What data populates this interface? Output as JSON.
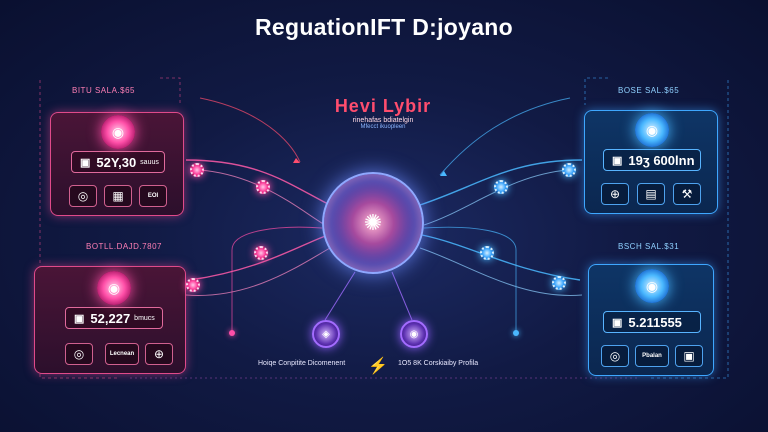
{
  "title": "ReguationIFT D:joyano",
  "brand": {
    "name": "Hevi Lybir",
    "subtitle": "rinehafas bdiatelgin",
    "tag": "Mfecct ikuopleen"
  },
  "left_cards": [
    {
      "label": "BITU SALA.$65",
      "value": "52Y,30",
      "unit": "sauus",
      "icons": [
        {
          "name": "coin-icon",
          "glyph": "◎"
        },
        {
          "name": "building-icon",
          "glyph": "▦"
        },
        {
          "name": "code-icon",
          "glyph": "EOI"
        }
      ]
    },
    {
      "label": "BOTLL.DAJD.7807",
      "value": "52,227",
      "unit": "bmucs",
      "icons": [
        {
          "name": "coin-icon",
          "glyph": "◎"
        },
        {
          "name": "ledger-icon",
          "glyph": "Lecnean"
        },
        {
          "name": "globe-icon",
          "glyph": "⊕"
        }
      ]
    }
  ],
  "right_cards": [
    {
      "label": "BOSE SAL.$65",
      "value": "19ʒ 600lnn",
      "unit": "",
      "icons": [
        {
          "name": "globe-icon",
          "glyph": "⊕"
        },
        {
          "name": "document-icon",
          "glyph": "▤"
        },
        {
          "name": "wrench-icon",
          "glyph": "⚒"
        }
      ]
    },
    {
      "label": "BSCH SAL.$31",
      "value": "5.211555",
      "unit": "",
      "icons": [
        {
          "name": "coin-icon",
          "glyph": "◎"
        },
        {
          "name": "platform-icon",
          "glyph": "Pbalan"
        },
        {
          "name": "briefcase-icon",
          "glyph": "▣"
        }
      ]
    }
  ],
  "captions": {
    "left": "Hoiqe Conpitite Dicomenent",
    "right": "1O5 8K Corskiaiby Profila"
  },
  "hub": {
    "icon": "hub-core-icon"
  },
  "colors": {
    "pink": "#ff4fa8",
    "blue": "#4ab8ff",
    "purple": "#9560ff",
    "bolt": "#ffb020"
  }
}
